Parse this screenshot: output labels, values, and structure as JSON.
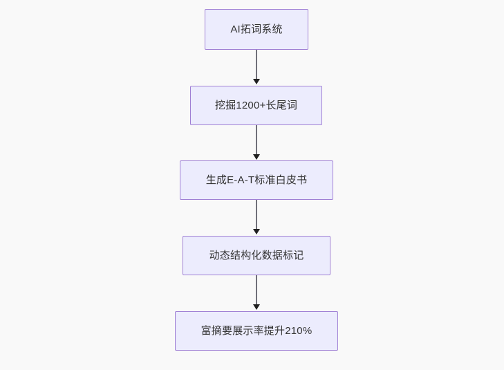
{
  "diagram": {
    "type": "flowchart",
    "direction": "top-to-bottom",
    "background_color": "#f9f9f9",
    "node_fill_color": "#ececfd",
    "node_border_color": "#9f7fd4",
    "node_text_color": "#333333",
    "edge_color": "#70707a",
    "arrowhead_color": "#1f1f1f",
    "nodes": [
      {
        "id": "n1",
        "label": "AI拓词系统"
      },
      {
        "id": "n2",
        "label": "挖掘1200+长尾词"
      },
      {
        "id": "n3",
        "label": "生成E-A-T标准白皮书"
      },
      {
        "id": "n4",
        "label": "动态结构化数据标记"
      },
      {
        "id": "n5",
        "label": "富摘要展示率提升210%"
      }
    ],
    "edges": [
      {
        "from": "n1",
        "to": "n2"
      },
      {
        "from": "n2",
        "to": "n3"
      },
      {
        "from": "n3",
        "to": "n4"
      },
      {
        "from": "n4",
        "to": "n5"
      }
    ]
  }
}
